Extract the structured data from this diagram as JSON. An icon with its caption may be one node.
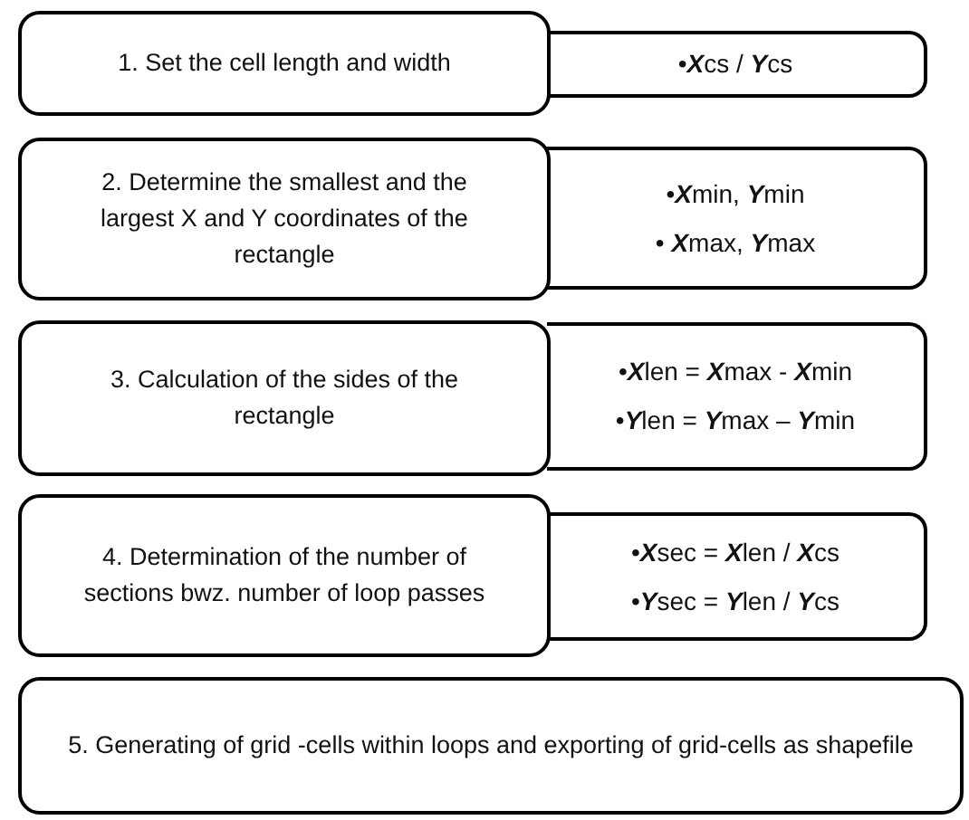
{
  "diagram": {
    "nodes": [
      {
        "text": [
          "1. Set the cell length and width"
        ]
      },
      {
        "text": [
          "•**X**cs / **Y**cs"
        ]
      },
      {
        "text": [
          "2. Determine the smallest and the largest X and Y coordinates of the rectangle"
        ]
      },
      {
        "text": [
          "•**X**min, **Y**min",
          "• **X**max, **Y**max"
        ]
      },
      {
        "text": [
          "3. Calculation of the sides of the rectangle"
        ]
      },
      {
        "text": [
          "•**X**len = **X**max - **X**min",
          "•**Y**len = **Y**max – **Y**min"
        ]
      },
      {
        "text": [
          "4. Determination of the number of sections bwz. number of loop passes"
        ]
      },
      {
        "text": [
          "•**X**sec = **X**len / **X**cs",
          "•**Y**sec = **Y**len / **Y**cs"
        ]
      },
      {
        "text": [
          "5. Generating of grid -cells within loops and exporting of grid-cells as shapefile"
        ]
      }
    ]
  }
}
